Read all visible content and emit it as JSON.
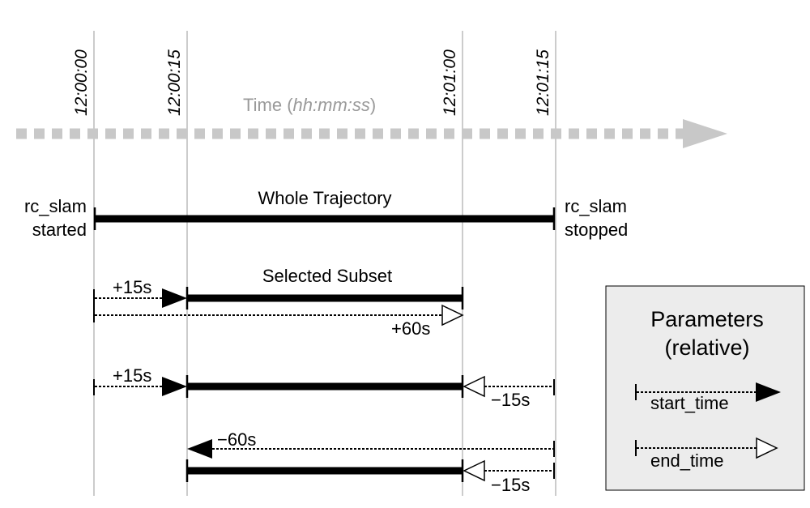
{
  "time_ticks": [
    "12:00:00",
    "12:00:15",
    "12:01:00",
    "12:01:15"
  ],
  "axis": {
    "label": "Time",
    "unit": "hh:mm:ss",
    "open_paren": "(",
    "close_paren": ")"
  },
  "whole": {
    "title": "Whole Trajectory",
    "start_line1": "rc_slam",
    "start_line2": "started",
    "stop_line1": "rc_slam",
    "stop_line2": "stopped"
  },
  "subset": {
    "title": "Selected Subset"
  },
  "offsets": {
    "ex1_start": "+15s",
    "ex1_end": "+60s",
    "ex2_start": "+15s",
    "ex2_end": "−15s",
    "ex3_start": "−60s",
    "ex3_end": "−15s"
  },
  "legend": {
    "title_line1": "Parameters",
    "title_line2": "(relative)",
    "start_label": "start_time",
    "end_label": "end_time"
  },
  "colors": {
    "axis_gray": "#c8c8c8",
    "guide_gray": "#cccccc",
    "legend_bg": "#ececec",
    "bar": "#000000"
  }
}
